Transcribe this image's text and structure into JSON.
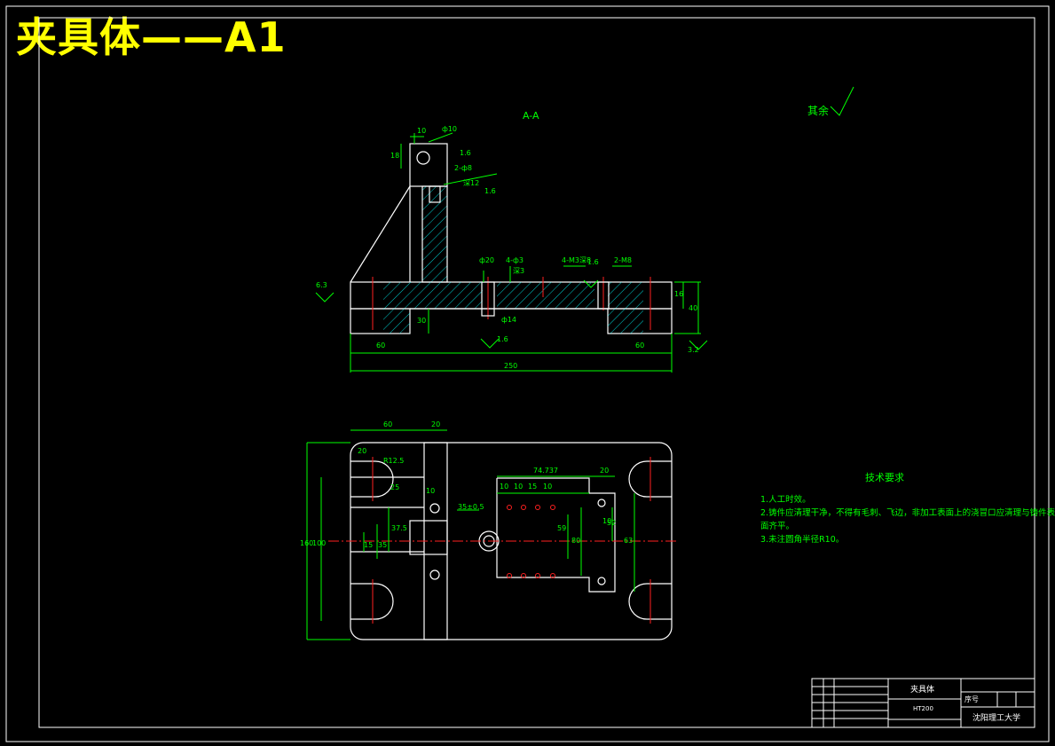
{
  "title_banner": "夹具体——A1",
  "section_label": "A-A",
  "surface_note": "其余",
  "section_dims": {
    "d_top_width": "10",
    "d_top_height": "18",
    "d_hole_top": "ф10",
    "d_roughness_top": "1.6",
    "d_holes_2": "2-ф8",
    "d_depth_12": "深12",
    "d_roughness_2": "1.6",
    "d_phi20": "ф20",
    "d_4phi3": "4-ф3",
    "d_depth3": "深3",
    "d_4m3": "4-M3深8",
    "d_2m8": "2-M8",
    "d_roughness_mid": "1.6",
    "d_left_roughness": "6.3",
    "d_phi14": "ф14",
    "d_roughness_bot": "1.6",
    "d_height_30": "30",
    "d_height_16": "16",
    "d_height_40": "40",
    "d_roughness_right": "3.2",
    "d_left_60": "60",
    "d_right_60": "60",
    "d_total_250": "250"
  },
  "plan_dims": {
    "d_60": "60",
    "d_20_top": "20",
    "d_20_left": "20",
    "d_r12": "R12.5",
    "d_25": "25",
    "d_10": "10",
    "d_37": "37.5",
    "d_160": "160",
    "d_100": "100",
    "d_15": "15",
    "d_35": "35",
    "d_35_05": "35±0.5",
    "d_74": "74.737",
    "d_20_right": "20",
    "d_10a": "10",
    "d_10b": "10",
    "d_15b": "15",
    "d_10c": "10",
    "d_10d": "10",
    "d_52": "52",
    "d_59": "59",
    "d_80": "80",
    "d_63": "63"
  },
  "notes": {
    "heading": "技术要求",
    "items": [
      "1.人工时效。",
      "2.铸件应清理干净，不得有毛刺、飞边，非加工表面上的浇冒口应清理与铸件表",
      "面齐平。",
      "3.未注圆角半径R10。"
    ]
  },
  "title_block": {
    "part_name": "夹具体",
    "material": "HT200",
    "scale_label": "序号",
    "institution": "沈阳理工大学"
  },
  "colors": {
    "background": "#000000",
    "object_line": "#ffffff",
    "dimension": "#00ff00",
    "centerline": "#ff2020",
    "hatch": "#00ffff",
    "banner": "#ffff00"
  }
}
